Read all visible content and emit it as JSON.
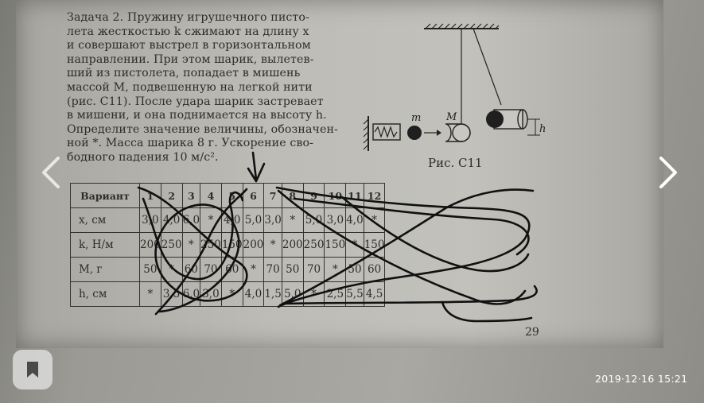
{
  "problem": {
    "lines": [
      "Задача 2. Пружину игрушечного писто-",
      "лета жесткостью k сжимают на длину x",
      "и совершают выстрел в горизонтальном",
      "направлении. При этом шарик, вылетев-",
      "ший из пистолета, попадает в мишень",
      "массой M, подвешенную на легкой нити",
      "(рис. C11). После удара шарик застревает",
      "в мишени, и она поднимается на высоту h.",
      "Определите значение величины, обозначен-",
      "ной *. Масса шарика 8 г. Ускорение сво-",
      "бодного падения 10 м/с²."
    ]
  },
  "figure": {
    "caption": "Рис. C11",
    "label_m": "m",
    "label_M": "M",
    "label_h": "h"
  },
  "table": {
    "header_label": "Вариант",
    "variants": [
      "1",
      "2",
      "3",
      "4",
      "5",
      "6",
      "7",
      "8",
      "9",
      "10",
      "11",
      "12"
    ],
    "rows": [
      {
        "label": "x, см",
        "values": [
          "3,0",
          "4,0",
          "6,0",
          "*",
          "4,0",
          "5,0",
          "3,0",
          "*",
          "5,0",
          "3,0",
          "4,0",
          "*"
        ]
      },
      {
        "label": "k, Н/м",
        "values": [
          "200",
          "250",
          "*",
          "250",
          "150",
          "200",
          "*",
          "200",
          "250",
          "150",
          "*",
          "150"
        ]
      },
      {
        "label": "M, г",
        "values": [
          "50",
          "*",
          "60",
          "70",
          "60",
          "*",
          "70",
          "50",
          "70",
          "*",
          "50",
          "60"
        ]
      },
      {
        "label": "h, см",
        "values": [
          "*",
          "3,5",
          "6,0",
          "3,0",
          "*",
          "4,0",
          "1,5",
          "5,0",
          "*",
          "2,5",
          "5,5",
          "4,5"
        ]
      }
    ]
  },
  "page_number": "29",
  "annotation_arrow": "↓",
  "viewer": {
    "prev_icon": "chevron-left-icon",
    "next_icon": "chevron-right-icon",
    "bookmark_icon": "bookmark-icon",
    "timestamp": "2019·12·16  15:21"
  }
}
